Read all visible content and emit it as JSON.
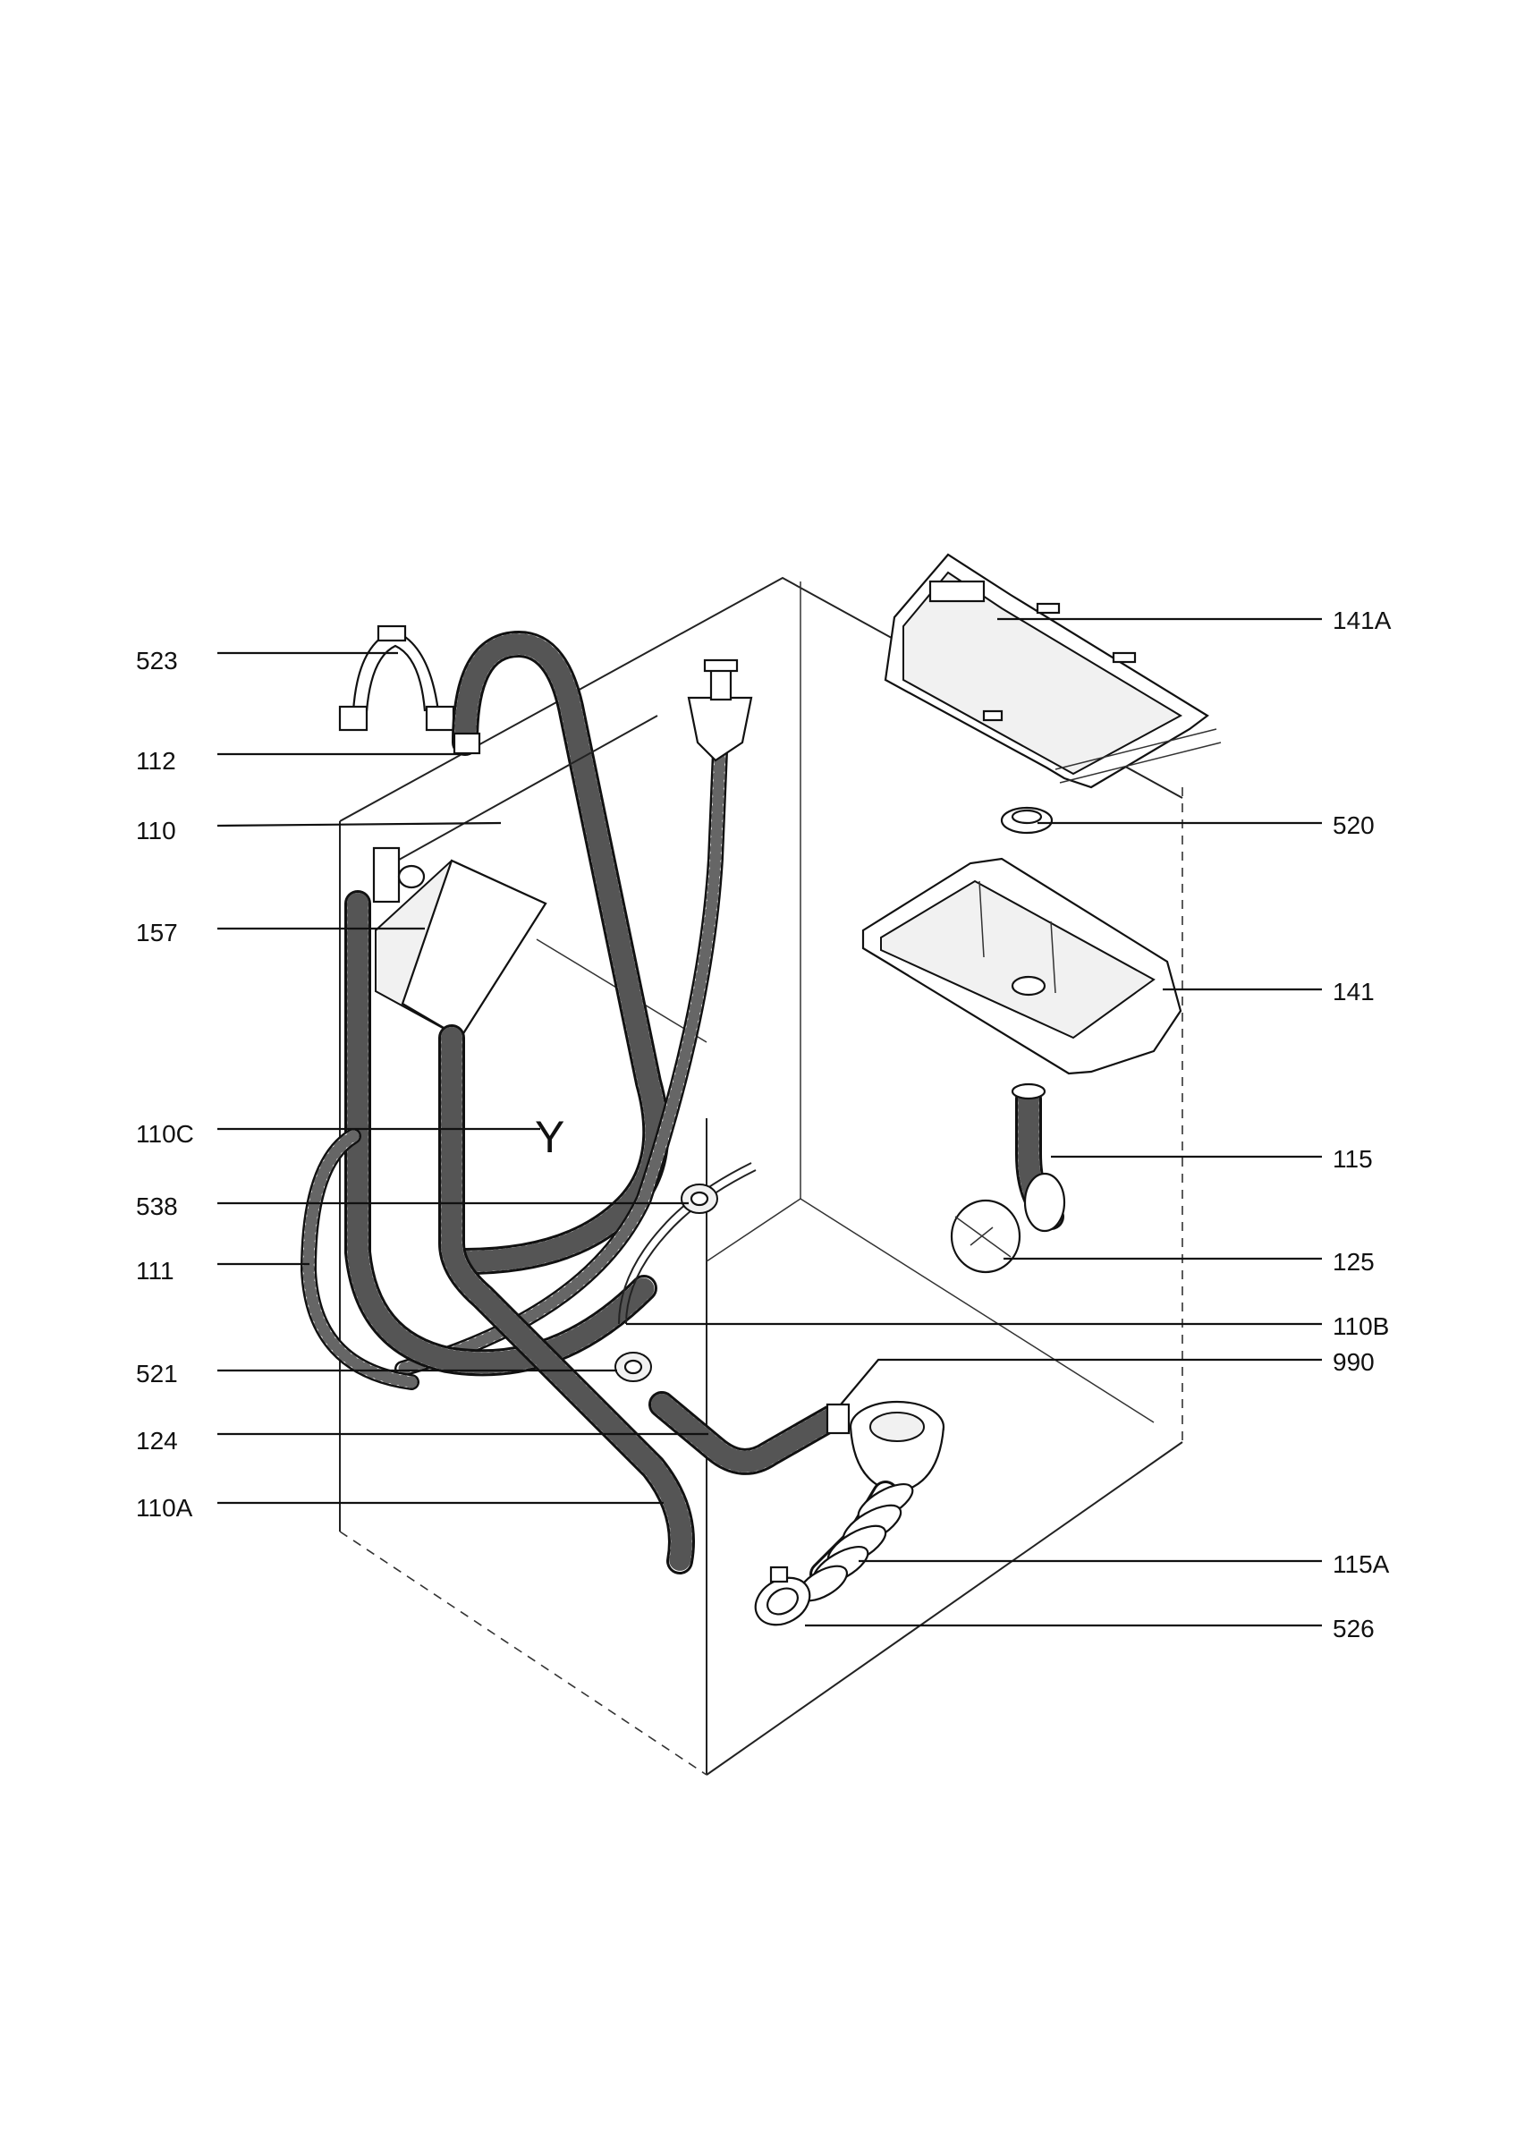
{
  "callouts_left": [
    {
      "id": "523",
      "label": "523"
    },
    {
      "id": "112",
      "label": "112"
    },
    {
      "id": "110",
      "label": "110"
    },
    {
      "id": "157",
      "label": "157"
    },
    {
      "id": "110C",
      "label": "110C"
    },
    {
      "id": "538",
      "label": "538"
    },
    {
      "id": "111",
      "label": "111"
    },
    {
      "id": "521",
      "label": "521"
    },
    {
      "id": "124",
      "label": "124"
    },
    {
      "id": "110A",
      "label": "110A"
    }
  ],
  "callouts_right": [
    {
      "id": "141A",
      "label": "141A"
    },
    {
      "id": "520",
      "label": "520"
    },
    {
      "id": "141",
      "label": "141"
    },
    {
      "id": "115",
      "label": "115"
    },
    {
      "id": "125",
      "label": "125"
    },
    {
      "id": "110B",
      "label": "110B"
    },
    {
      "id": "990",
      "label": "990"
    },
    {
      "id": "115A",
      "label": "115A"
    },
    {
      "id": "526",
      "label": "526"
    }
  ],
  "y_fitting_glyph": "Y"
}
